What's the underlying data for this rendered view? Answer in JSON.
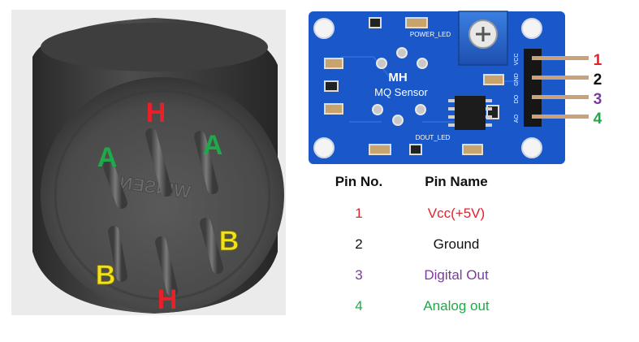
{
  "sensor": {
    "brand_embossed": "WINSEN",
    "pin_labels": [
      {
        "text": "H",
        "color": "#e8202a"
      },
      {
        "text": "A",
        "color": "#1faa4a"
      },
      {
        "text": "A",
        "color": "#1faa4a"
      },
      {
        "text": "B",
        "color": "#f2e21b"
      },
      {
        "text": "B",
        "color": "#f2e21b"
      },
      {
        "text": "H",
        "color": "#e8202a"
      }
    ]
  },
  "board": {
    "title_line1": "MH",
    "title_line2": "MQ Sensor",
    "power_led_label": "POWER_LED",
    "dout_led_label": "DOUT_LED",
    "header_pin_labels": [
      "VCC",
      "GND",
      "DO",
      "AO"
    ],
    "pin_numbers": [
      {
        "text": "1",
        "color": "#e8202a"
      },
      {
        "text": "2",
        "color": "#111111"
      },
      {
        "text": "3",
        "color": "#7b3aa0"
      },
      {
        "text": "4",
        "color": "#1faa4a"
      }
    ],
    "board_color": "#1a57c9"
  },
  "table": {
    "col1_header": "Pin No.",
    "col2_header": "Pin Name",
    "rows": [
      {
        "no": "1",
        "name": "Vcc(+5V)",
        "color": "#e8202a"
      },
      {
        "no": "2",
        "name": "Ground",
        "color": "#111111"
      },
      {
        "no": "3",
        "name": "Digital Out",
        "color": "#7b3aa0"
      },
      {
        "no": "4",
        "name": "Analog out",
        "color": "#1faa4a"
      }
    ]
  }
}
